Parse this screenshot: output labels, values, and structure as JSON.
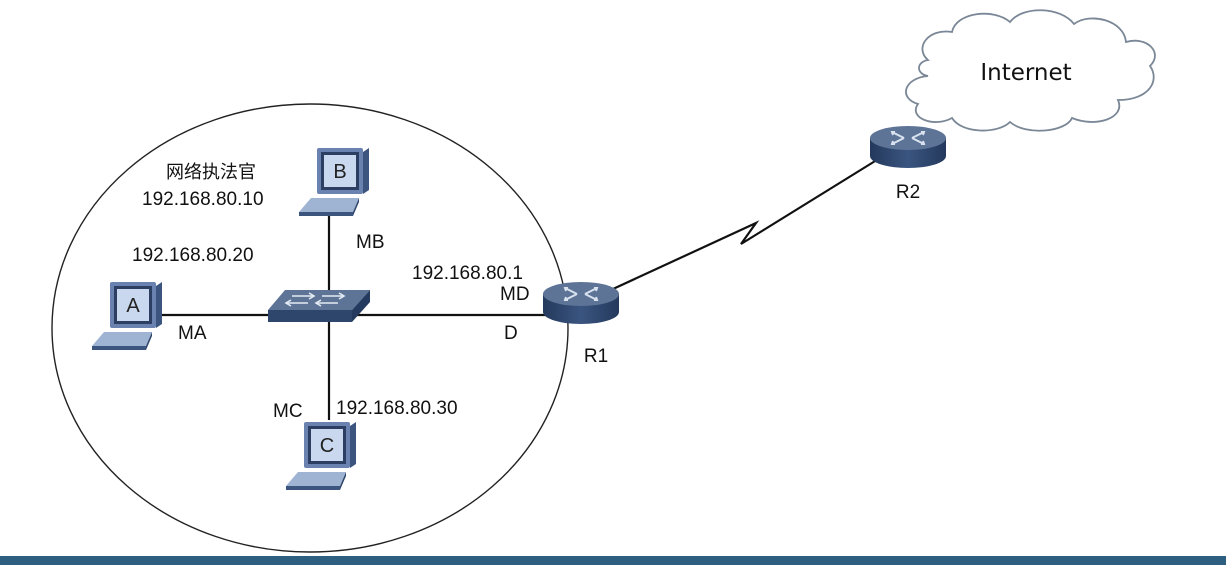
{
  "colors": {
    "device_top": "#5d7497",
    "device_side": "#2f466c",
    "monitor_frame": "#6a82b0",
    "monitor_screen": "#c9d8ee",
    "bottom_bar": "#2f5f80"
  },
  "cloud": {
    "label": "Internet"
  },
  "routers": {
    "r1": {
      "name": "R1"
    },
    "r2": {
      "name": "R2"
    }
  },
  "hosts": {
    "a": {
      "letter": "A",
      "port": "MA",
      "ip": "192.168.80.20"
    },
    "b": {
      "letter": "B",
      "port": "MB",
      "ip": "192.168.80.10",
      "note": "网络执法官"
    },
    "c": {
      "letter": "C",
      "port": "MC",
      "ip": "192.168.80.30"
    },
    "d": {
      "port_switch": "D",
      "port_router": "MD",
      "ip": "192.168.80.1"
    }
  },
  "icons": {
    "switch": "switch-icon",
    "router": "router-icon",
    "pc": "pc-icon",
    "cloud": "cloud-icon"
  }
}
